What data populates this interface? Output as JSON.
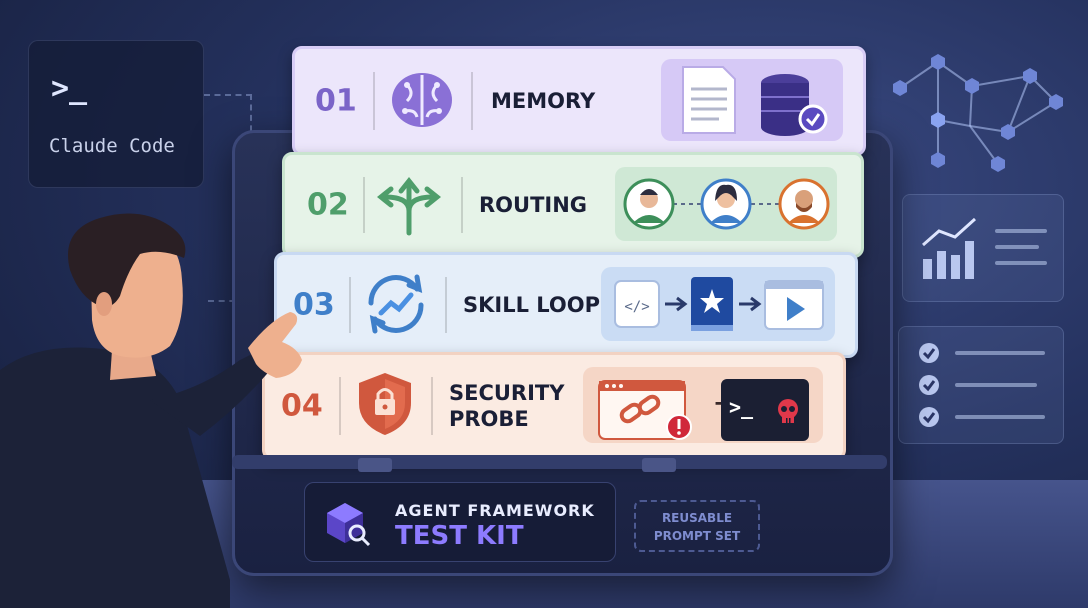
{
  "terminal": {
    "prompt": ">_",
    "label": "Claude Code"
  },
  "cards": [
    {
      "number": "01",
      "label_line1": "MEMORY",
      "label_line2": "",
      "icon": "brain-icon",
      "accent": "#7b64c8",
      "bg": "#ece6fb"
    },
    {
      "number": "02",
      "label_line1": "ROUTING",
      "label_line2": "",
      "icon": "branching-arrows-icon",
      "accent": "#4f9e6b",
      "bg": "#e6f3e8"
    },
    {
      "number": "03",
      "label_line1": "SKILL LOOP",
      "label_line2": "",
      "icon": "refresh-loop-icon",
      "accent": "#3f7fc9",
      "bg": "#e5eef9"
    },
    {
      "number": "04",
      "label_line1": "SECURITY",
      "label_line2": "PROBE",
      "icon": "shield-lock-icon",
      "accent": "#d0583e",
      "bg": "#fbebe2"
    }
  ],
  "security_visual": {
    "plus": "+",
    "terminal_prompt": ">_"
  },
  "kit": {
    "line1": "AGENT FRAMEWORK",
    "line2": "TEST KIT"
  },
  "reusable": {
    "line1": "REUSABLE",
    "line2": "PROMPT SET"
  }
}
